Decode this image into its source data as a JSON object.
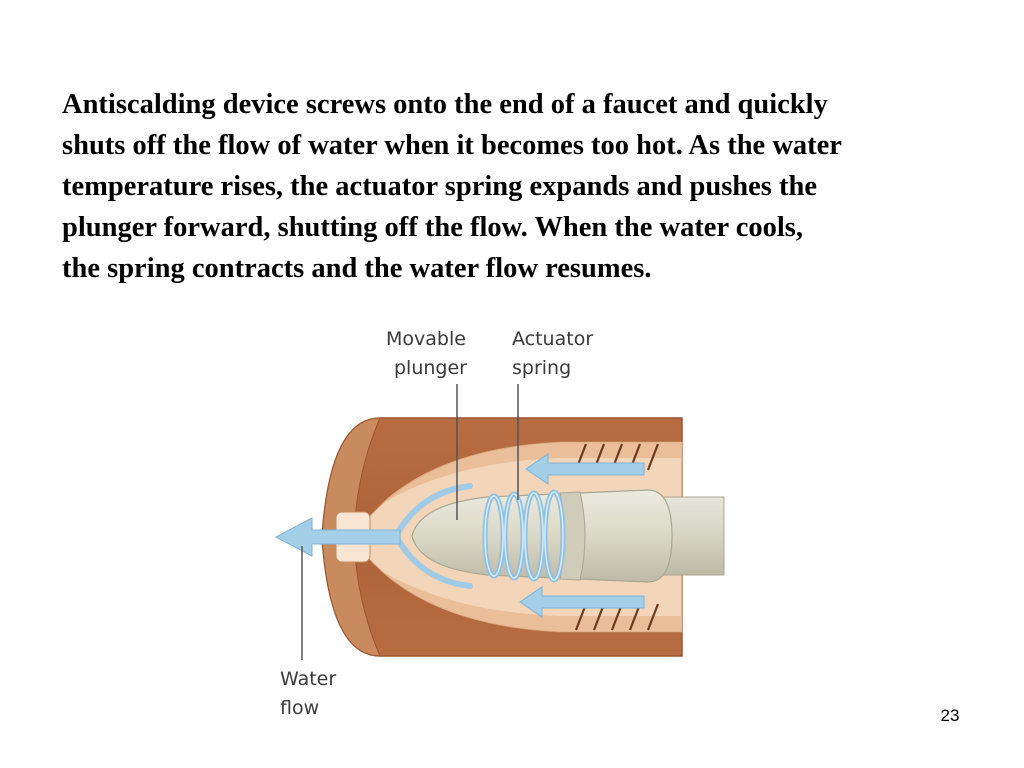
{
  "slide": {
    "paragraph_lines": [
      "Antiscalding device screws onto the end of a faucet and quickly",
      "shuts off the flow of water when it becomes too hot. As the water",
      "temperature rises, the actuator spring expands and pushes the",
      "plunger forward, shutting off the flow. When the water cools,",
      "the spring contracts and the water flow resumes."
    ],
    "page_number": "23"
  },
  "diagram": {
    "labels": {
      "plunger": [
        "Movable",
        "plunger"
      ],
      "spring": [
        "Actuator",
        "spring"
      ],
      "water": [
        "Water",
        "flow"
      ]
    },
    "colors": {
      "housing": "#b3673d",
      "housing_inner": "#f2d2b4",
      "housing_edge": "#a45a33",
      "plunger": "#dddbcc",
      "plunger_shade": "#c8c5b3",
      "arrow": "#9fcbe6",
      "arrow_edge": "#7fb3d6",
      "leader": "#555555"
    }
  }
}
